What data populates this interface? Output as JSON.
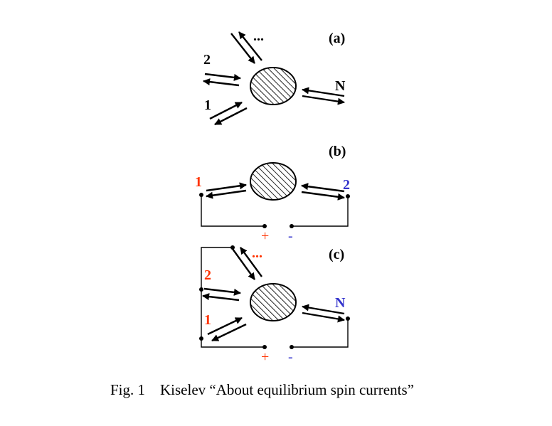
{
  "colors": {
    "ink": "#000000",
    "red": "#ff3300",
    "blue": "#3333cc"
  },
  "panels": {
    "a": {
      "tag": "(a)",
      "lead_1": "1",
      "lead_2": "2",
      "lead_dots": "...",
      "lead_n": "N"
    },
    "b": {
      "tag": "(b)",
      "lead_1": "1",
      "lead_2": "2",
      "plus": "+",
      "minus": "-"
    },
    "c": {
      "tag": "(c)",
      "lead_1": "1",
      "lead_2": "2",
      "lead_dots": "...",
      "lead_n": "N",
      "plus": "+",
      "minus": "-"
    }
  },
  "caption": "Fig. 1    Kiselev “About equilibrium spin currents”"
}
